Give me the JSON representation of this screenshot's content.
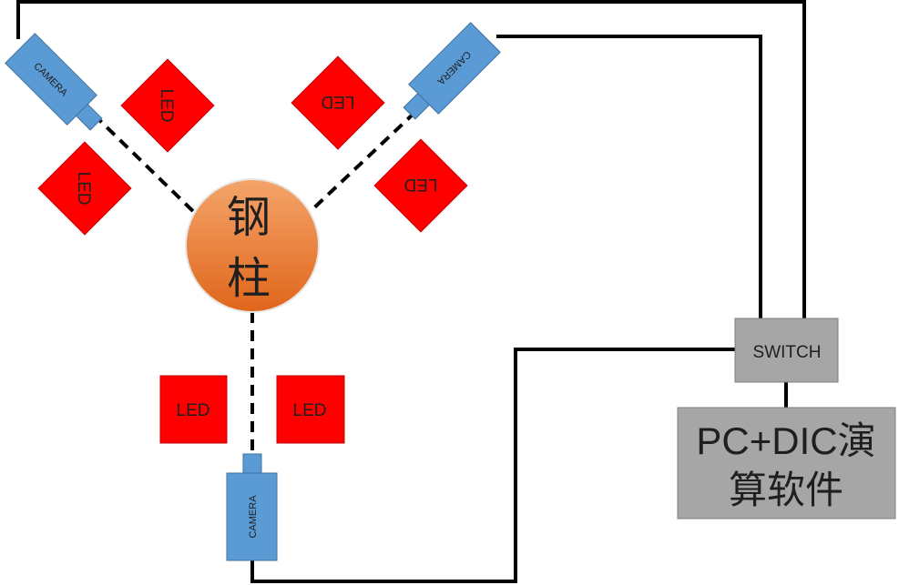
{
  "colors": {
    "background": "#ffffff",
    "wire": "#000000",
    "camera_fill": "#5b9bd5",
    "camera_stroke": "#41719c",
    "led_fill": "#ff0000",
    "led_stroke": "#c00000",
    "specimen_gradient_top": "#f4a46a",
    "specimen_gradient_bottom": "#e0661b",
    "box_fill": "#a6a6a6",
    "box_stroke": "#7f7f7f",
    "text": "#1f1f1f"
  },
  "specimen": {
    "line1": "钢",
    "line2": "柱"
  },
  "cameras": {
    "left": {
      "label": "CAMERA"
    },
    "right": {
      "label": "CAMERA"
    },
    "bottom": {
      "label": "CAMERA"
    }
  },
  "leds": {
    "top_left_upper": "LED",
    "top_left_lower": "LED",
    "top_right_upper": "LED",
    "top_right_lower": "LED",
    "bottom_left": "LED",
    "bottom_right": "LED"
  },
  "switch": {
    "label": "SWITCH"
  },
  "pc": {
    "line1": "PC+DIC演",
    "line2": "算软件"
  }
}
